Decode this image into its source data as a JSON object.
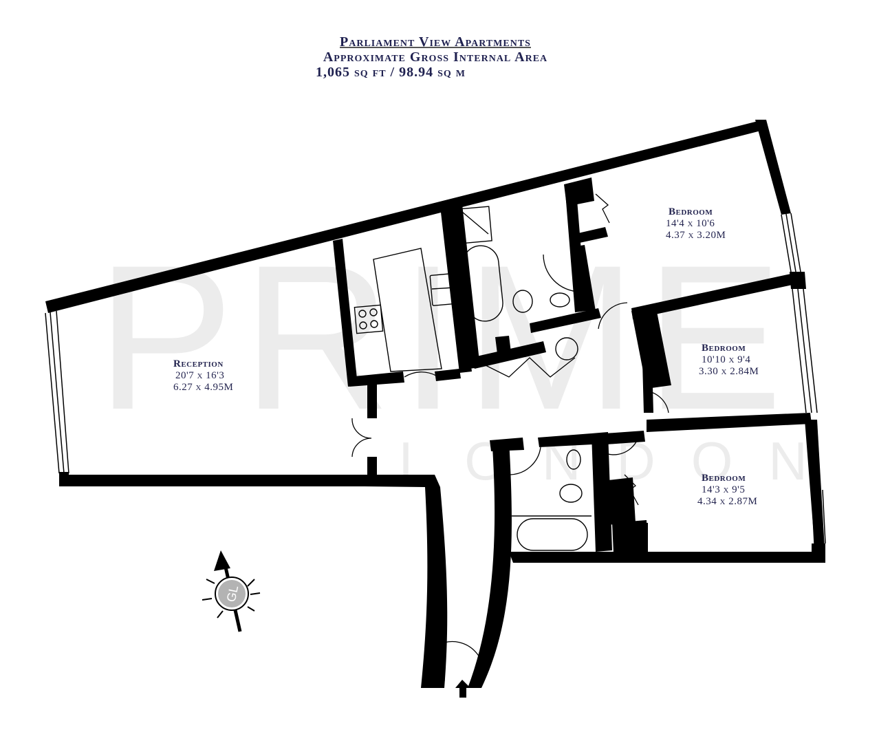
{
  "header": {
    "title": "Parliament View Apartments",
    "subtitle": "Approximate Gross Internal Area",
    "area": "1,065 sq ft / 98.94 sq m"
  },
  "watermark": {
    "brand": "PRIME",
    "sub": "LONDON"
  },
  "rooms": [
    {
      "name": "Reception",
      "imperial": "20'7 x 16'3",
      "metric": "6.27 x 4.95M"
    },
    {
      "name": "Bedroom",
      "imperial": "14'4 x 10'6",
      "metric": "4.37 x 3.20M"
    },
    {
      "name": "Bedroom",
      "imperial": "10'10 x 9'4",
      "metric": "3.30 x 2.84M"
    },
    {
      "name": "Bedroom",
      "imperial": "14'3 x 9'5",
      "metric": "4.34 x 2.87M"
    }
  ],
  "compass": {
    "label": "GL",
    "icon": "north-arrow-icon"
  },
  "entrance": {
    "icon": "entrance-arrow-icon"
  },
  "colors": {
    "wall": "#000000",
    "text": "#23244f",
    "watermark": "#ececec",
    "compass_fill": "#b3b3b3"
  }
}
